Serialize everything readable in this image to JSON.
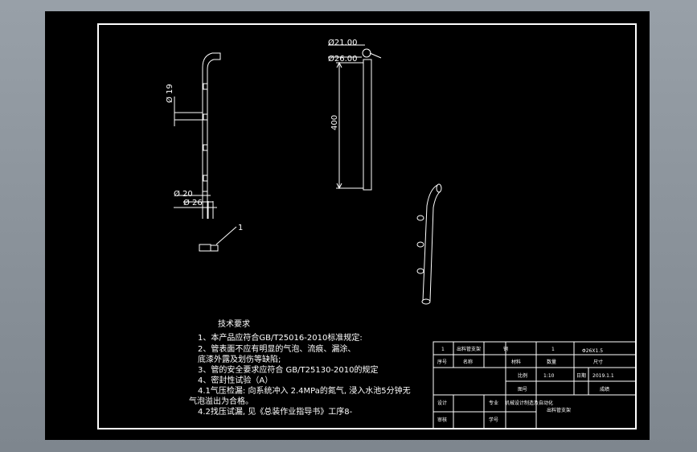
{
  "dimensions": {
    "dia21": "Ø21.00",
    "dia26": "Ø26.00",
    "length400": "400",
    "dia19": "Ø 19",
    "dia20": "Ø 20",
    "dia26b": "Ø 26"
  },
  "balloon": "1",
  "tech_notes": {
    "title": "技术要求",
    "lines": [
      "1、本产品应符合GB/T25016-2010标准规定:",
      "2、管表面不应有明显的气泡、流痕、漏涂、",
      "   底漆外露及划伤等缺陷;",
      "3、管的安全要求应符合 GB/T25130-2010的规定",
      "4、密封性试验（A）",
      "   4.1气压检漏: 向系统冲入 2.4MPa的氮气, 浸入水池5分钟无",
      "气泡溢出为合格。",
      "   4.2找压试漏, 见《总装作业指导书》工序8-"
    ]
  },
  "title_block": {
    "r1": {
      "no": "1",
      "name": "出料管支架",
      "material": "钢",
      "qty": "1",
      "spec": "Φ26X1.5"
    },
    "r2": {
      "a": "序号",
      "b": "名称",
      "c": "材料",
      "d": "数量",
      "e": "尺寸"
    },
    "r3": {
      "scale_label": "比例",
      "scale": "1:10",
      "date_label": "日期",
      "date": "2019.1.1"
    },
    "r4": {
      "drawno_label": "图号",
      "drawer": "成绩"
    },
    "r5": {
      "design": "设计",
      "school": "专业",
      "school_name": "机械设计制造及自动化",
      "part_name": "出料管支架"
    },
    "r6": {
      "review": "审核",
      "student": "学号"
    }
  }
}
